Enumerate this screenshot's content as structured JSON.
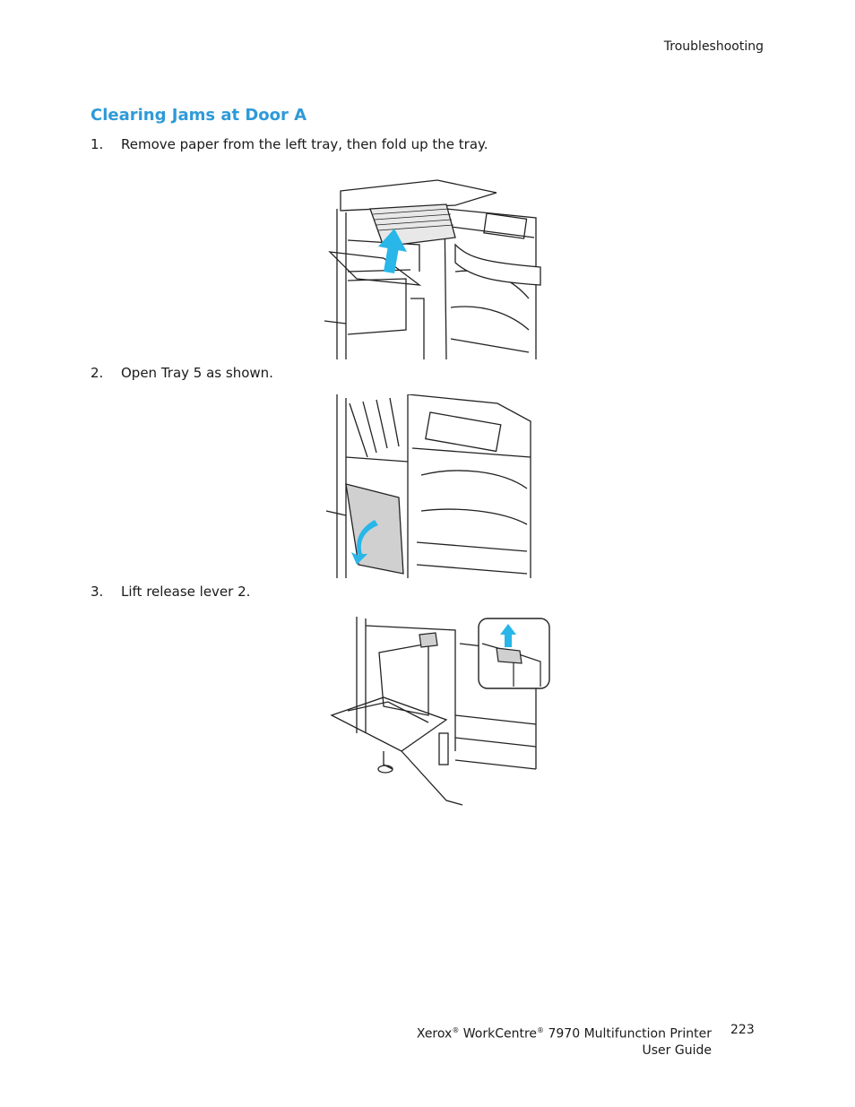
{
  "header": {
    "section": "Troubleshooting"
  },
  "title": "Clearing Jams at Door A",
  "steps": [
    {
      "num": "1.",
      "text": "Remove paper from the left tray, then fold up the tray."
    },
    {
      "num": "2.",
      "text": "Open Tray 5 as shown."
    },
    {
      "num": "3.",
      "text": "Lift release lever 2."
    }
  ],
  "footer": {
    "brand": "Xerox",
    "reg": "®",
    "product": "WorkCentre",
    "model": "7970 Multifunction Printer",
    "guide": "User Guide",
    "page": "223"
  },
  "colors": {
    "accent": "#2e9ad8",
    "arrow": "#29b6e8",
    "line": "#222222",
    "tray": "#d0d0d0"
  }
}
